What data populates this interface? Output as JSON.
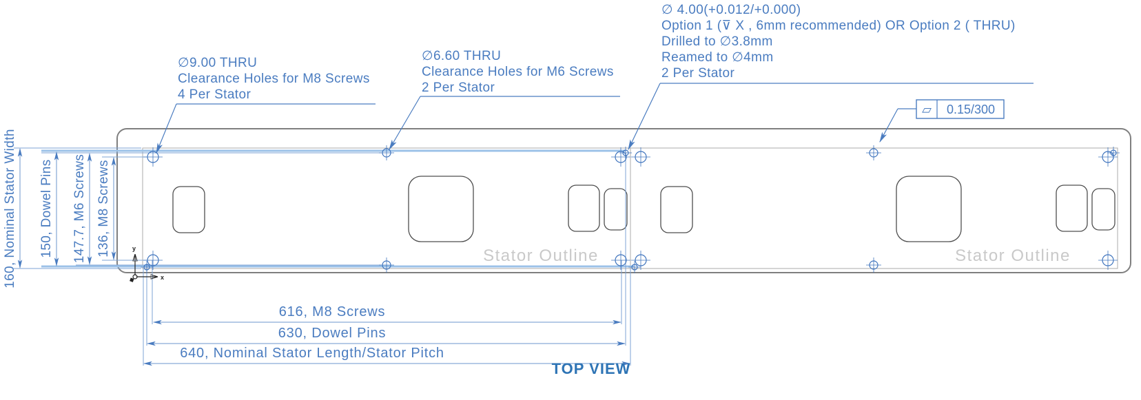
{
  "view": {
    "title": "TOP VIEW"
  },
  "colors": {
    "annotation_blue": "#4a7cc0",
    "highlight_blue": "#9cc2e8",
    "title_blue": "#2e74b5",
    "geometry_gray": "#7f7f7f",
    "ghost_gray": "#c9c9c9"
  },
  "callouts": {
    "m8": {
      "line1": "∅9.00 THRU",
      "line2": "Clearance Holes for M8 Screws",
      "line3": "4 Per Stator"
    },
    "m6": {
      "line1": "∅6.60 THRU",
      "line2": "Clearance Holes for M6 Screws",
      "line3": "2 Per Stator"
    },
    "dowel": {
      "line1": "∅ 4.00(+0.012/+0.000)",
      "line2": "Option 1 (⊽ X , 6mm recommended) OR Option 2 ( THRU)",
      "line3": "Drilled to ∅3.8mm",
      "line4": "Reamed to ∅4mm",
      "line5": "2 Per Stator"
    }
  },
  "fcf": {
    "symbol": "▱",
    "value": "0.15/300"
  },
  "dimensions": {
    "vertical": [
      {
        "label": "160, Nominal Stator Width"
      },
      {
        "label": "150, Dowel Pins"
      },
      {
        "label": "147.7, M6 Screws"
      },
      {
        "label": "136, M8 Screws"
      }
    ],
    "horizontal": [
      {
        "label": "616, M8 Screws"
      },
      {
        "label": "630, Dowel Pins"
      },
      {
        "label": "640, Nominal Stator Length/Stator Pitch"
      }
    ]
  },
  "stator": {
    "outline_label": "Stator Outline"
  },
  "origin": {
    "x": "x",
    "y": "y"
  }
}
